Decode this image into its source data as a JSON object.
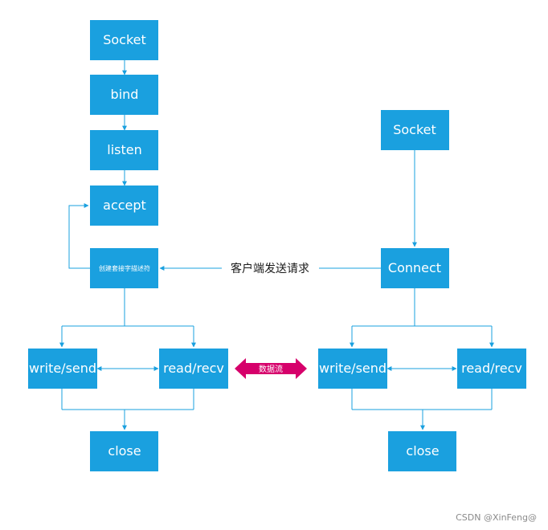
{
  "server": {
    "socket": "Socket",
    "bind": "bind",
    "listen": "listen",
    "accept": "accept",
    "create_fd": "创建套接字描述符",
    "write_send": "write/send",
    "read_recv": "read/recv",
    "close": "close"
  },
  "client": {
    "socket": "Socket",
    "connect": "Connect",
    "write_send": "write/send",
    "read_recv": "read/recv",
    "close": "close"
  },
  "labels": {
    "client_request": "客户端发送请求",
    "data_flow": "数据流"
  },
  "watermark": "CSDN @XinFeng@",
  "colors": {
    "box": "#1aa0df",
    "data_flow_arrow": "#d6006b"
  }
}
